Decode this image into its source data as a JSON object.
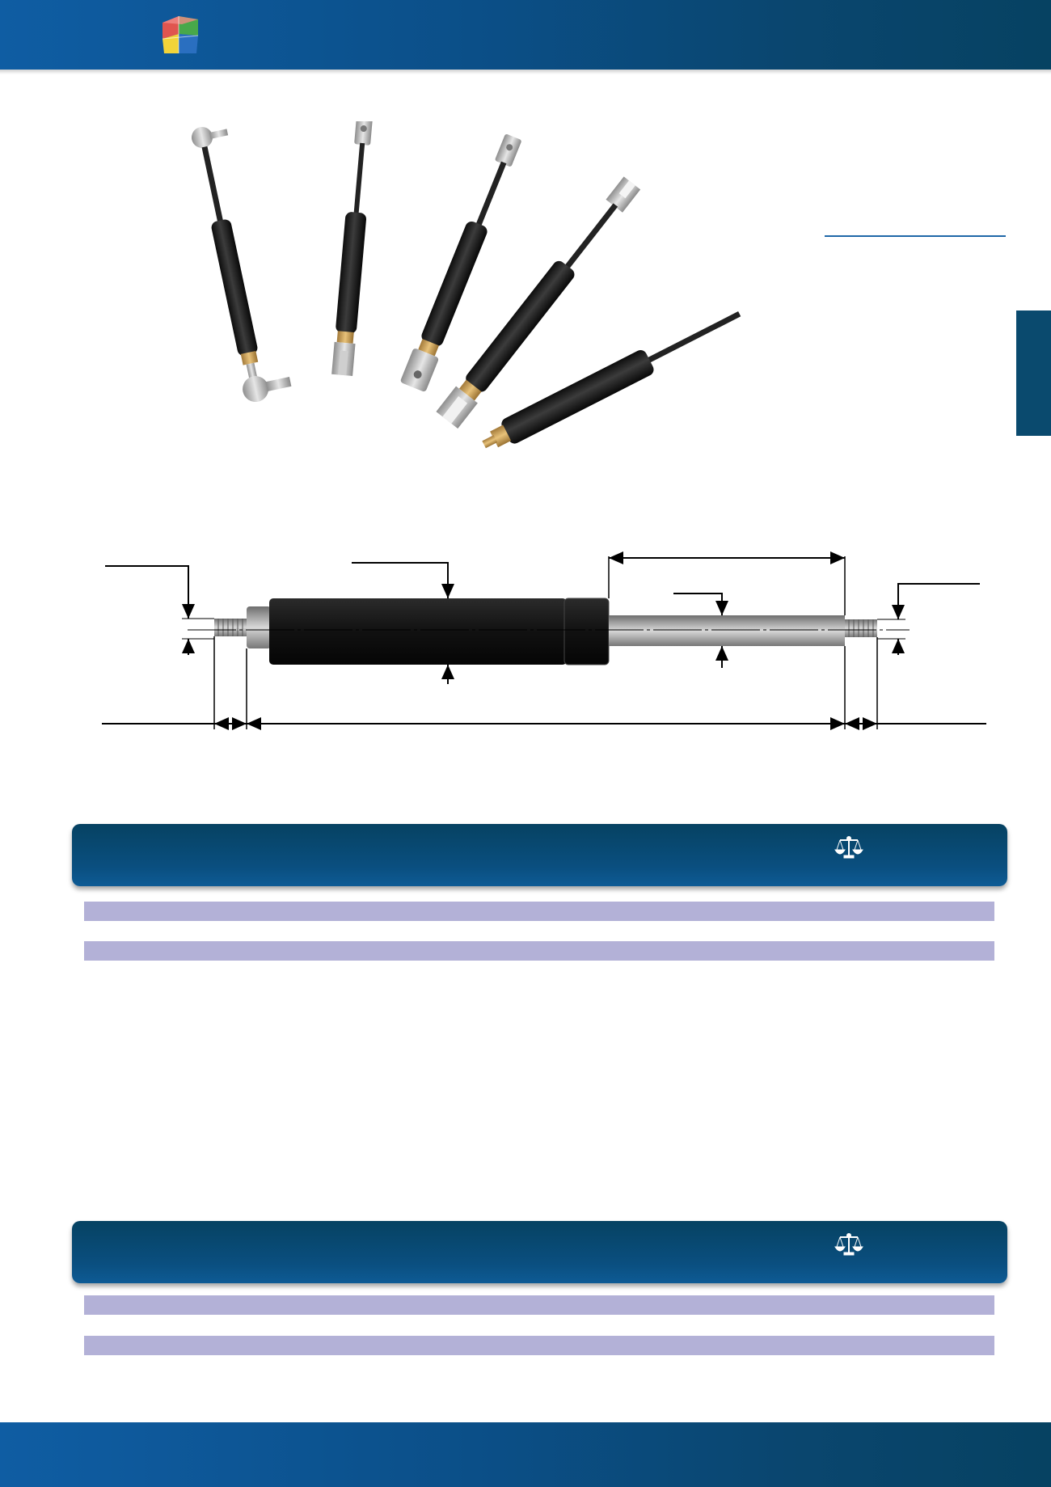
{
  "colors": {
    "header_blue": "#0b4f88",
    "header_dark": "#064262",
    "row_lilac": "#b3b1d7",
    "rule_blue": "#1f67a8"
  },
  "header": {
    "logo_icon": "color-cube-logo-icon"
  },
  "product_photo": {
    "icon": "gas-spring-assortment-image"
  },
  "dimension_drawing": {
    "icon": "gas-spring-dimension-drawing"
  },
  "tables": [
    {
      "header_icon": "balance-scale-icon",
      "rows": 2
    },
    {
      "header_icon": "balance-scale-icon",
      "rows": 2
    }
  ]
}
